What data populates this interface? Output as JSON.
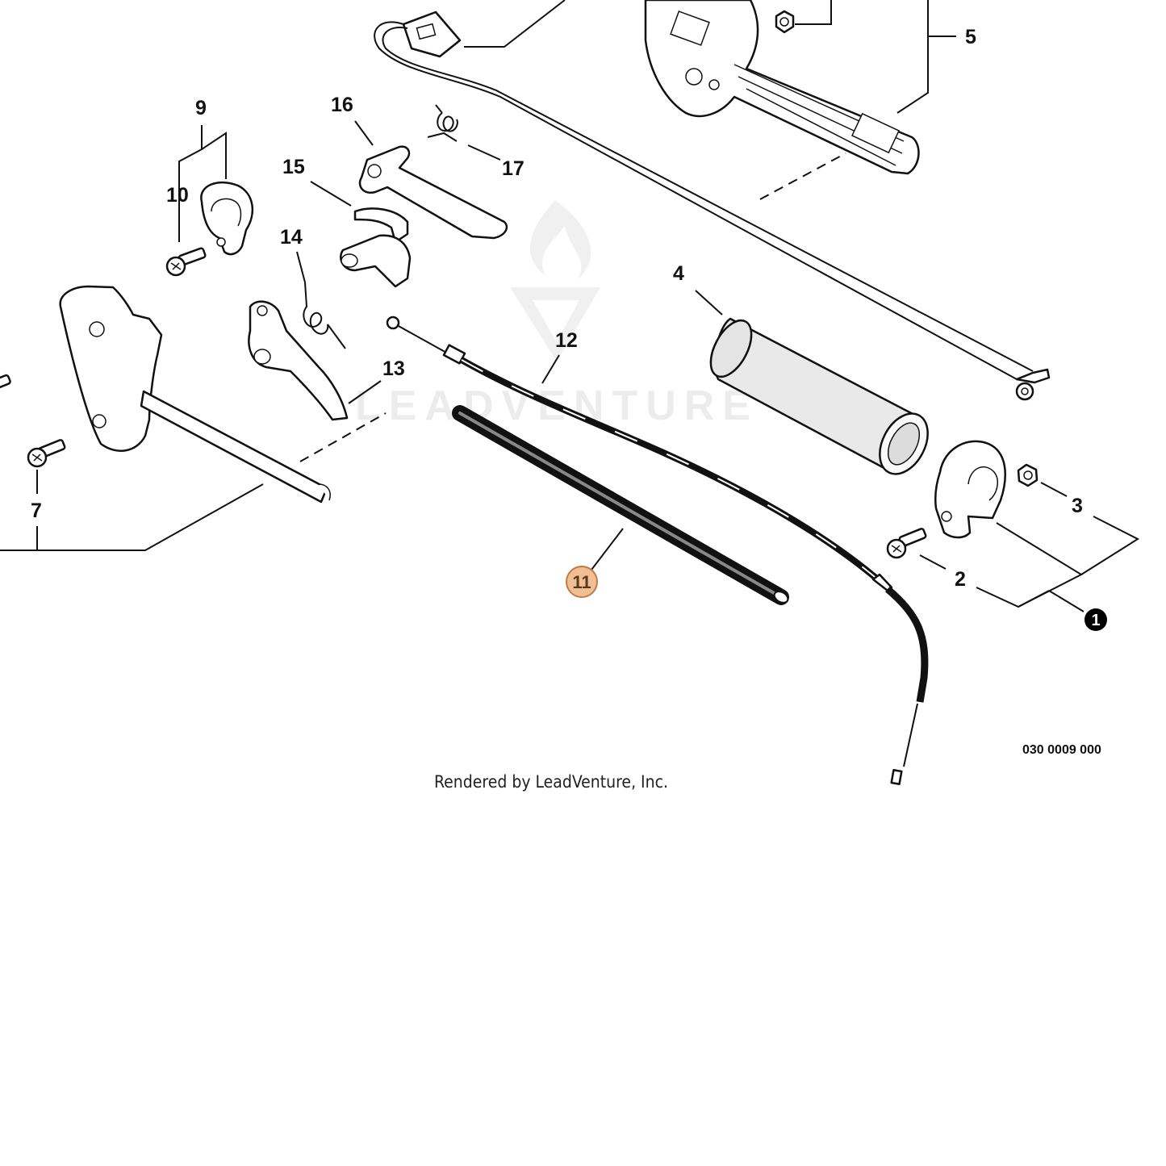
{
  "diagram": {
    "part_numbers": {
      "p1": "1",
      "p2": "2",
      "p3": "3",
      "p4": "4",
      "p5": "5",
      "p7": "7",
      "p9": "9",
      "p10": "10",
      "p11": "11",
      "p12": "12",
      "p13": "13",
      "p14": "14",
      "p15": "15",
      "p16": "16",
      "p17": "17"
    },
    "highlighted_part": "11",
    "reference_code": "030 0009 000",
    "render_credit": "Rendered by LeadVenture, Inc.",
    "watermark": "LEADVENTURE"
  },
  "colors": {
    "highlight_fill": "#f1bf94",
    "highlight_stroke": "#c27b45",
    "line": "#111111",
    "background": "#ffffff"
  }
}
